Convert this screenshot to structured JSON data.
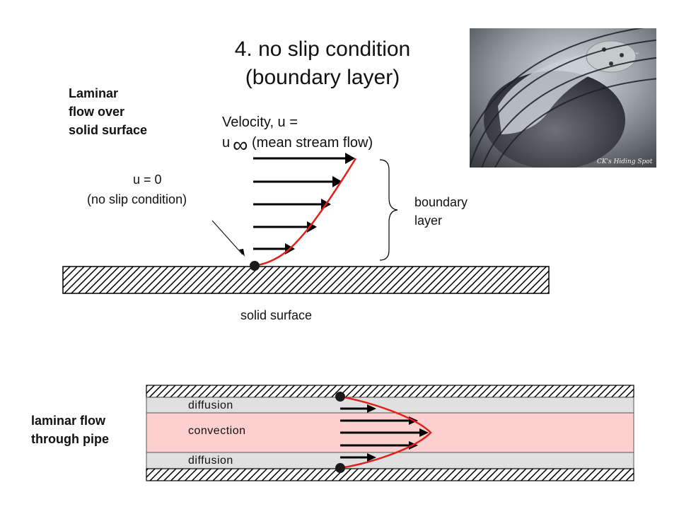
{
  "title": {
    "line1": "4. no slip condition",
    "line2": "(boundary layer)"
  },
  "top_diagram": {
    "heading": [
      "Laminar",
      "flow over",
      "solid surface"
    ],
    "velocity_line1": "Velocity, u =",
    "velocity_u": "u",
    "velocity_infinity": "∞",
    "velocity_rest": "(mean stream flow)",
    "u_zero": "u = 0",
    "no_slip": "(no slip condition)",
    "boundary_layer": [
      "boundary",
      "layer"
    ],
    "surface_label": "solid surface"
  },
  "bottom_diagram": {
    "heading": [
      "laminar flow",
      "through pipe"
    ],
    "diffusion_top": "diffusion",
    "convection": "convection",
    "diffusion_bottom": "diffusion"
  },
  "photo": {
    "caption": "CK's Hiding Spot"
  },
  "colors": {
    "profile_red": "#e0201a",
    "convection_fill": "#fdd0d0",
    "diffusion_fill": "#e0e0e0",
    "hatch": "#000000"
  }
}
